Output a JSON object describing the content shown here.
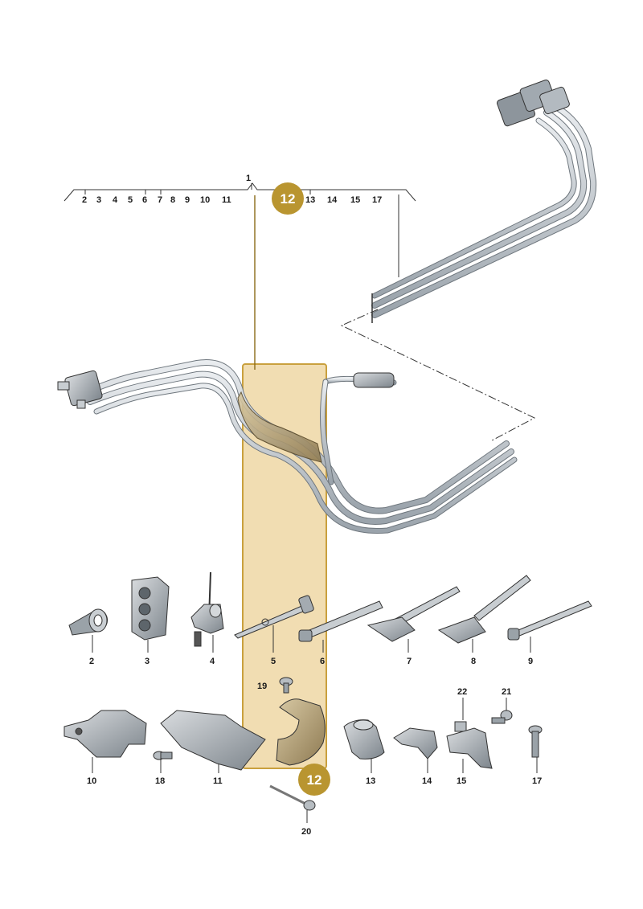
{
  "diagram": {
    "assembly_number": "1",
    "highlight_badge": "12",
    "header_numbers": [
      "2",
      "3",
      "4",
      "5",
      "6",
      "7",
      "8",
      "9",
      "10",
      "11",
      "13",
      "14",
      "15",
      "17"
    ],
    "parts": [
      {
        "id": "2",
        "icon": "tape-roll-icon"
      },
      {
        "id": "3",
        "icon": "pipe-clip-icon"
      },
      {
        "id": "4",
        "icon": "clamp-with-pin-icon"
      },
      {
        "id": "5",
        "icon": "cable-tie-icon"
      },
      {
        "id": "6",
        "icon": "cable-tie-icon"
      },
      {
        "id": "7",
        "icon": "cable-tie-icon"
      },
      {
        "id": "8",
        "icon": "cable-tie-icon"
      },
      {
        "id": "9",
        "icon": "cable-tie-icon"
      },
      {
        "id": "10",
        "icon": "bracket-icon"
      },
      {
        "id": "11",
        "icon": "cover-icon"
      },
      {
        "id": "12",
        "icon": "guide-icon"
      },
      {
        "id": "13",
        "icon": "grommet-icon"
      },
      {
        "id": "14",
        "icon": "holder-icon"
      },
      {
        "id": "15",
        "icon": "bracket-icon"
      },
      {
        "id": "17",
        "icon": "bolt-icon"
      },
      {
        "id": "18",
        "icon": "screw-icon"
      },
      {
        "id": "19",
        "icon": "screw-icon"
      },
      {
        "id": "20",
        "icon": "long-bolt-icon"
      },
      {
        "id": "21",
        "icon": "screw-icon"
      },
      {
        "id": "22",
        "icon": "clip-nut-icon"
      }
    ],
    "colors": {
      "highlight_fill": "#f1ddb2",
      "highlight_border": "#c9a03e",
      "badge": "#b99530",
      "leader": "#8a6a18",
      "line": "#333333"
    }
  }
}
